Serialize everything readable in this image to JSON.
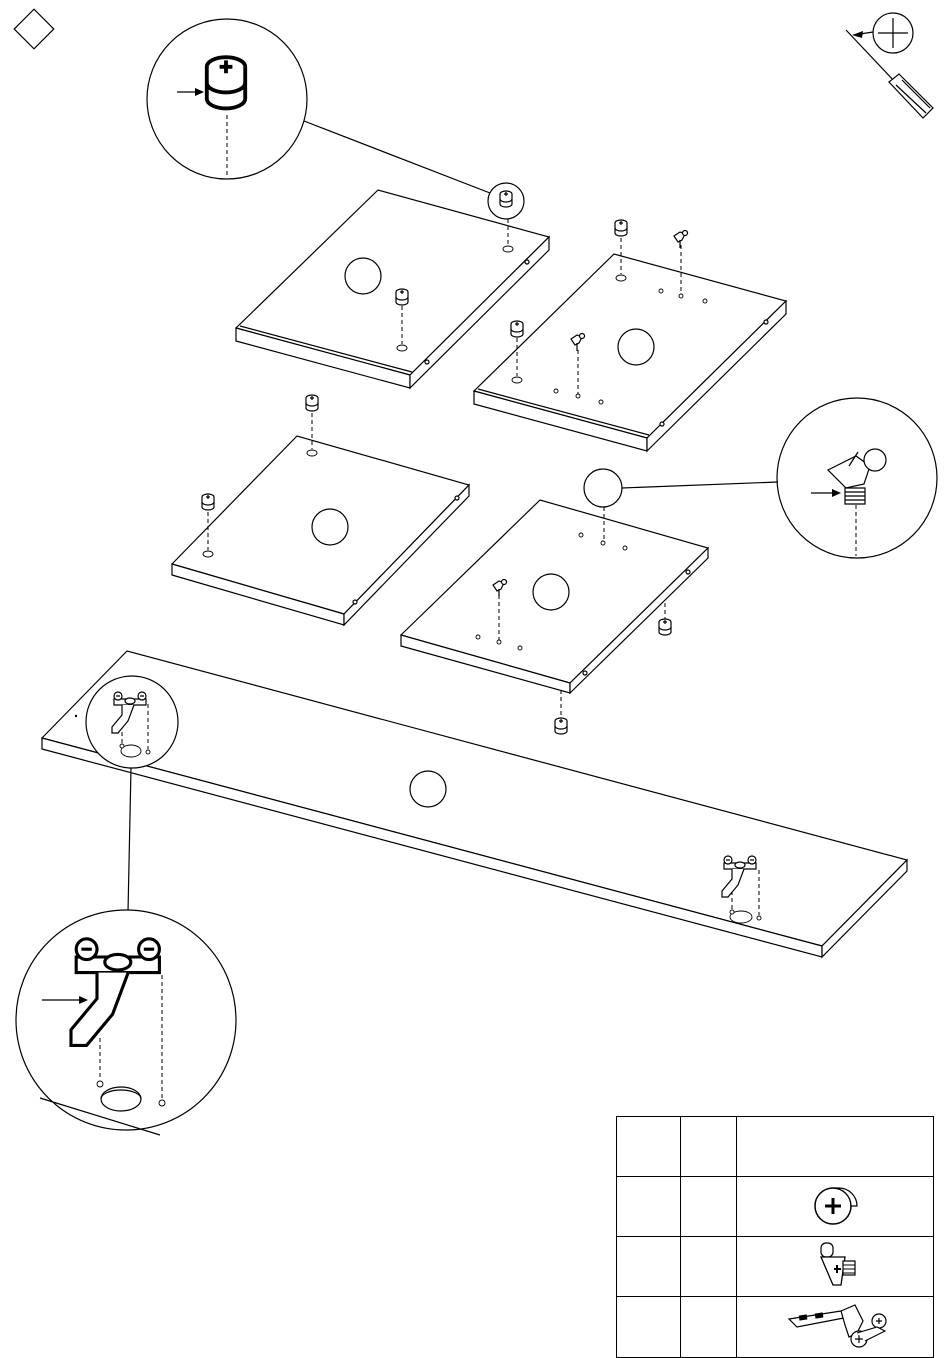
{
  "document": {
    "type": "furniture assembly instruction sheet",
    "tool": {
      "name": "phillips-screwdriver-icon"
    },
    "step_marker": {
      "name": "diamond-step-marker",
      "text": ""
    },
    "panels": [
      {
        "name": "top-panel-left",
        "label": ""
      },
      {
        "name": "top-panel-right",
        "label": ""
      },
      {
        "name": "middle-panel-left",
        "label": ""
      },
      {
        "name": "middle-panel-right",
        "label": ""
      },
      {
        "name": "long-bottom-panel",
        "label": ""
      }
    ],
    "parts_table": {
      "rows": [
        {
          "qty": "",
          "code": "",
          "icon": "cam-lock-icon"
        },
        {
          "qty": "",
          "code": "",
          "icon": "shelf-support-pin-icon"
        },
        {
          "qty": "",
          "code": "",
          "icon": "cabinet-hinge-icon"
        }
      ]
    }
  }
}
